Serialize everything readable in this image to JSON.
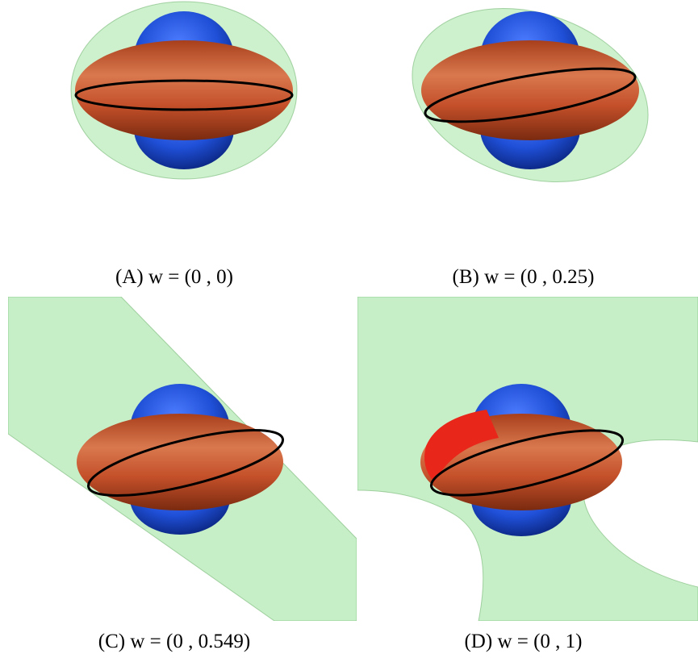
{
  "figure": {
    "panels": [
      {
        "id": "a",
        "caption_prefix": "(A)",
        "caption_math": "w = (0 , 0)"
      },
      {
        "id": "b",
        "caption_prefix": "(B)",
        "caption_math": "w = (0 , 0.25)"
      },
      {
        "id": "c",
        "caption_prefix": "(C)",
        "caption_math": "w = (0 , 0.549)"
      },
      {
        "id": "d",
        "caption_prefix": "(D)",
        "caption_math": "w = (0 , 1)"
      }
    ],
    "colors": {
      "blue_sphere": "#1f4fd6",
      "orange_torus": "#c4502a",
      "red_patch": "#e8261a",
      "green_surface": "#8fe08f",
      "curve": "#000000"
    }
  }
}
